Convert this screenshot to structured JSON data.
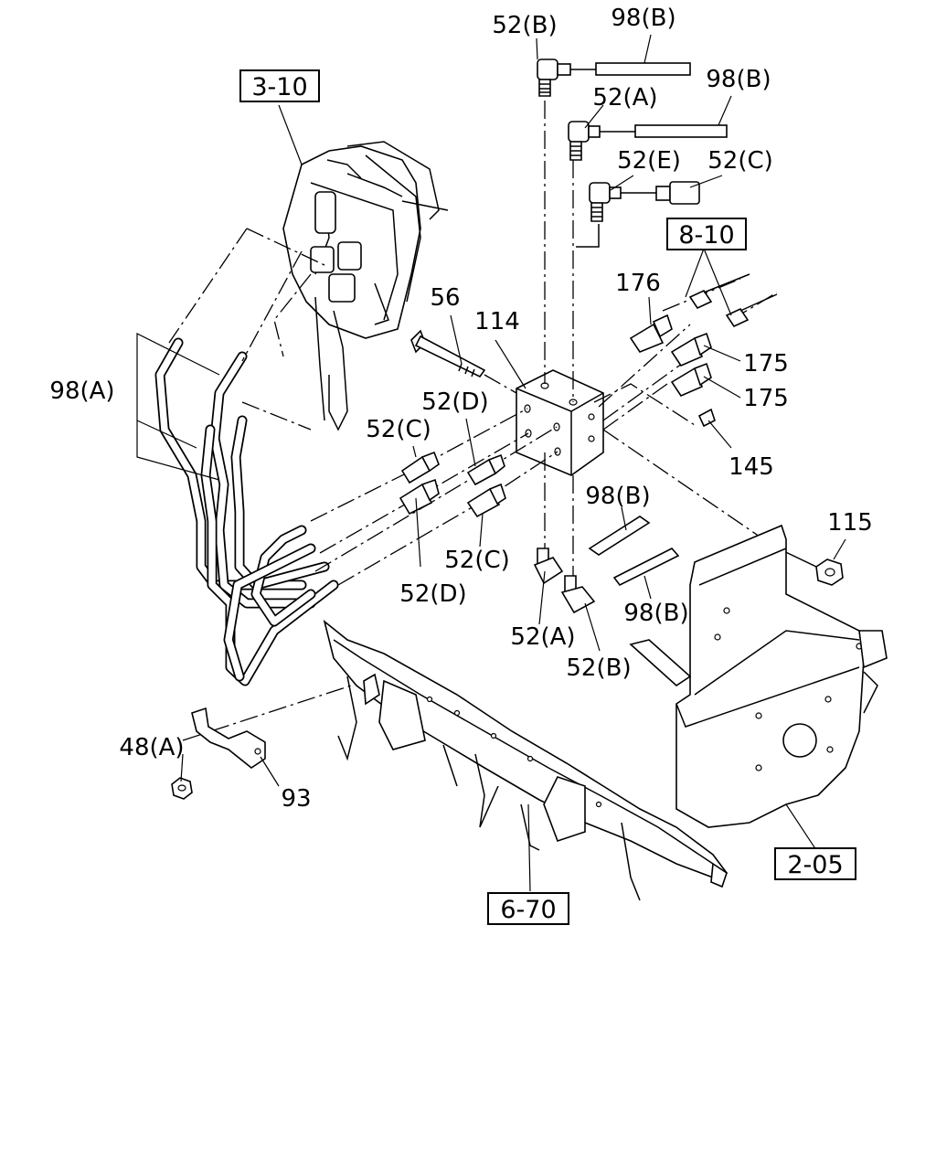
{
  "callouts": {
    "c52b_top": "52(B)",
    "c98b_top": "98(B)",
    "c52a_top": "52(A)",
    "c98b_top2": "98(B)",
    "c52e": "52(E)",
    "c52c_top": "52(C)",
    "c176": "176",
    "c56": "56",
    "c114": "114",
    "c175a": "175",
    "c175b": "175",
    "c98a": "98(A)",
    "c52d_upper": "52(D)",
    "c52c_left": "52(C)",
    "c145": "145",
    "c98b_mid": "98(B)",
    "c115": "115",
    "c52c_low": "52(C)",
    "c52d_low": "52(D)",
    "c98b_low": "98(B)",
    "c52a_low": "52(A)",
    "c52b_low": "52(B)",
    "c48a": "48(A)",
    "c93": "93"
  },
  "refs": {
    "r3_10": "3-10",
    "r8_10": "8-10",
    "r2_05": "2-05",
    "r6_70": "6-70"
  }
}
